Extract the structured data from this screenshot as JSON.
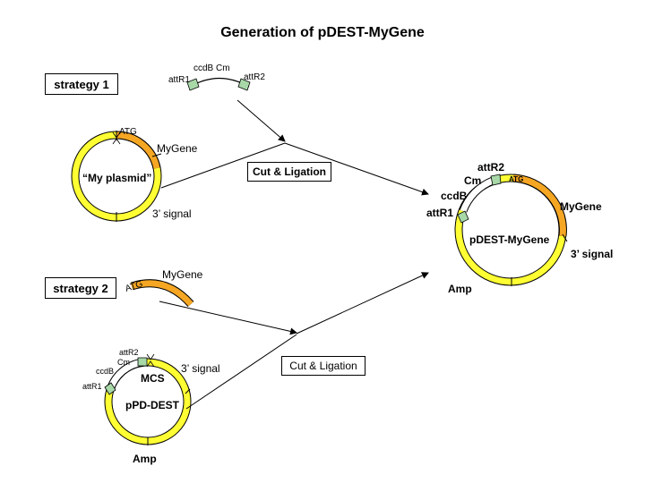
{
  "title": "Generation of pDEST-MyGene",
  "strategy1": {
    "label": "strategy 1",
    "cassette": {
      "ccdb_cm": "ccdB  Cm",
      "attr1": "attR1",
      "attr2": "attR2"
    },
    "plasmid": {
      "atg": "ATG",
      "gene": "MyGene",
      "name": "“My plasmid”",
      "signal": "3’ signal"
    },
    "step": "Cut & Ligation"
  },
  "strategy2": {
    "label": "strategy 2",
    "insert": {
      "atg": "ATG",
      "gene": "MyGene"
    },
    "plasmid": {
      "attr2": "attR2",
      "cm": "Cm",
      "ccdb": "ccdB",
      "attr1": "attR1",
      "mcs": "MCS",
      "signal": "3’ signal",
      "name": "pPD-DEST",
      "amp": "Amp"
    },
    "step": "Cut & Ligation"
  },
  "product": {
    "attr2": "attR2",
    "cm": "Cm",
    "ccdb": "ccdB",
    "attr1": "attR1",
    "atg": "ATG",
    "gene": "MyGene",
    "name": "pDEST-MyGene",
    "signal": "3’ signal",
    "amp": "Amp"
  },
  "colors": {
    "yellow": "#ffff33",
    "orange": "#f5a623",
    "green": "#a8d8a8",
    "stroke": "#000000"
  }
}
